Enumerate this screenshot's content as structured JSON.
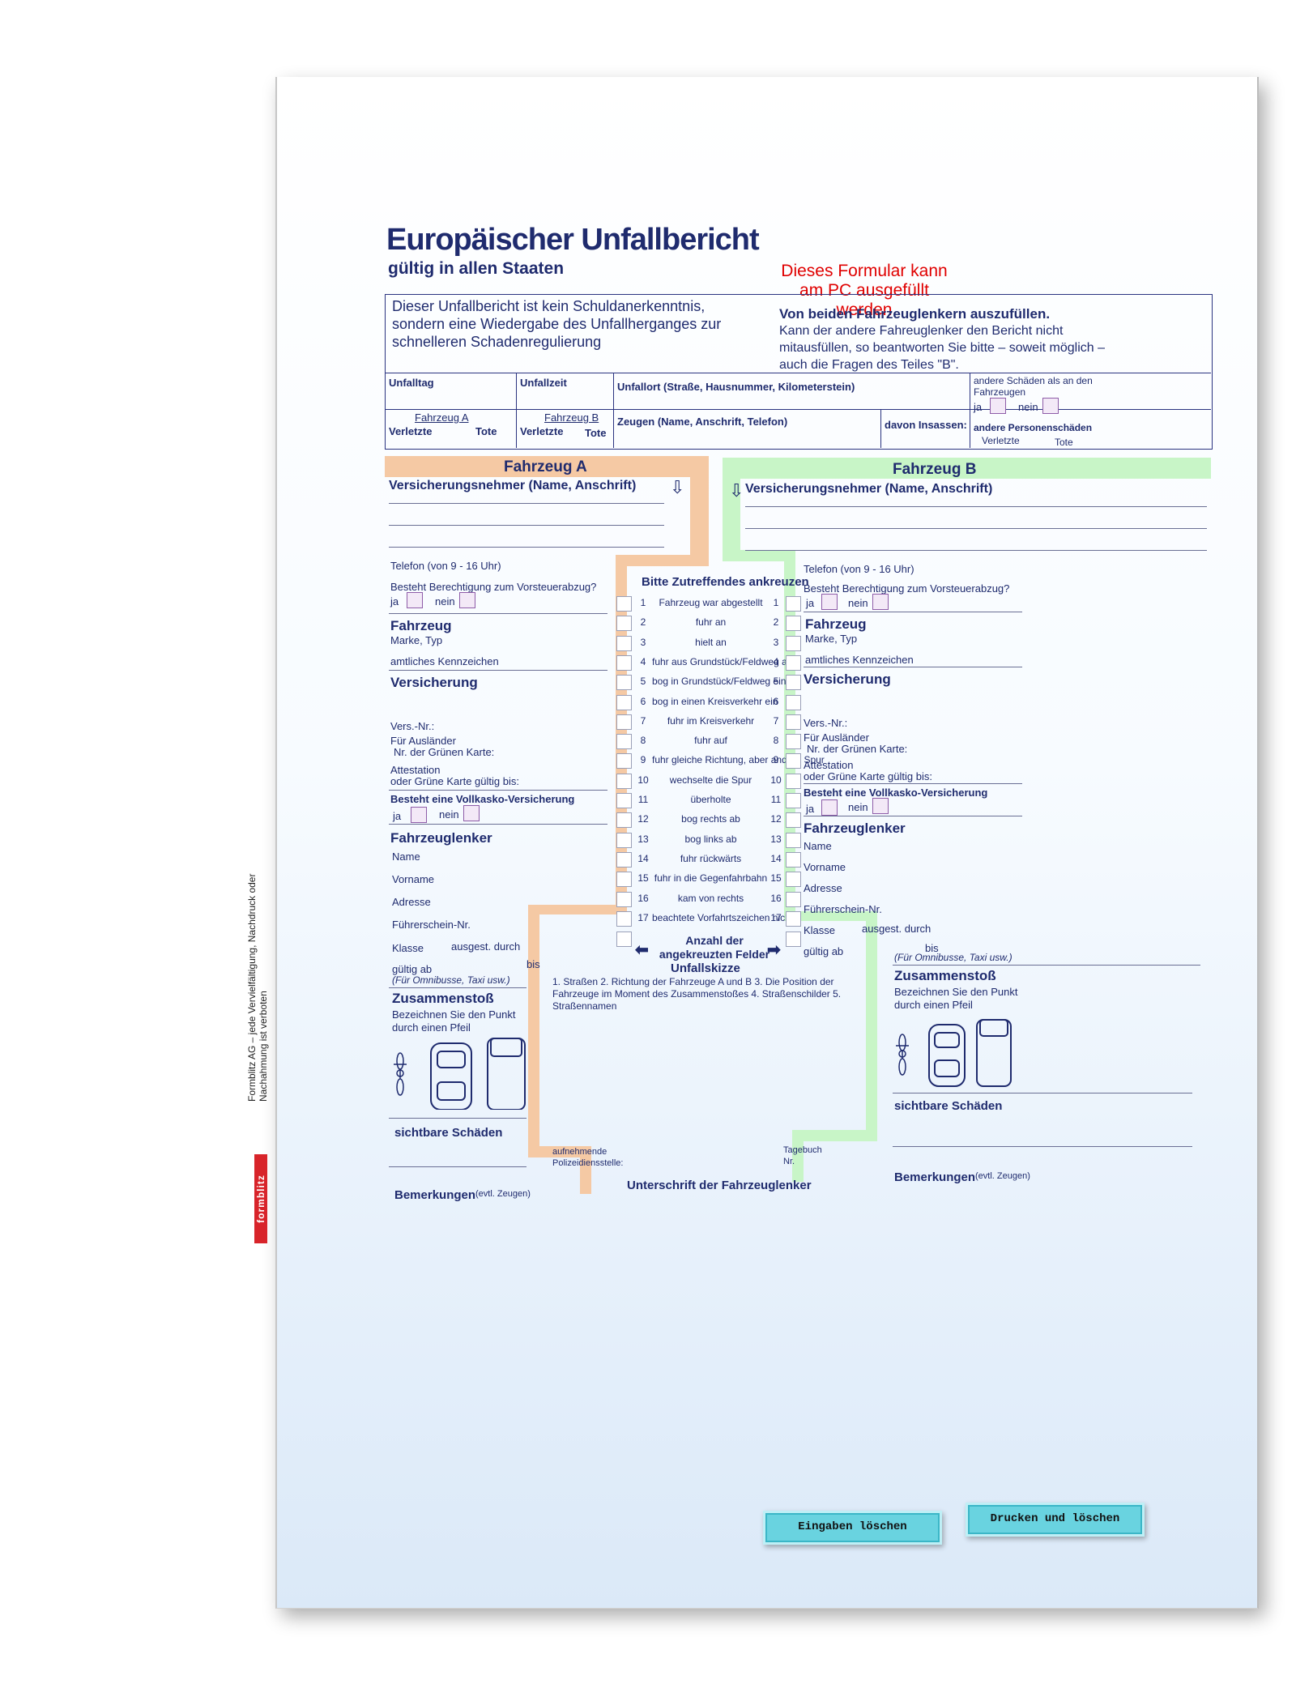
{
  "title": "Europäischer Unfallbericht",
  "subtitle": "gültig in allen Staaten",
  "pc_note": "Dieses Formular kann am PC ausgefüllt werden",
  "intro_left": "Dieser Unfallbericht ist kein Schuldanerkenntnis, sondern eine Wiedergabe des Unfallherganges zur schnelleren Schadenregulierung",
  "intro_right_title": "Von beiden Fahrzeuglenkern auszufüllen.",
  "intro_right_text": "Kann der andere Fahreuglenker den Bericht nicht mitausfüllen, so beantworten Sie bitte – soweit möglich – auch die Fragen des Teiles \"B\".",
  "top": {
    "unfalltag": "Unfalltag",
    "unfallzeit": "Unfallzeit",
    "unfallort": "Unfallort (Straße, Hausnummer, Kilometerstein)",
    "other_damage": "andere Schäden als an den Fahrzeugen",
    "ja": "ja",
    "nein": "nein",
    "fahrzeug_a": "Fahrzeug A",
    "fahrzeug_b": "Fahrzeug B",
    "verletzte": "Verletzte",
    "tote": "Tote",
    "zeugen": "Zeugen (Name, Anschrift, Telefon)",
    "insassen": "davon Insassen:",
    "personal_damage": "andere Personenschäden"
  },
  "vehicle_a": {
    "header": "Fahrzeug A",
    "policyholder": "Versicherungsnehmer (Name, Anschrift)",
    "telefon": "Telefon (von 9 - 16 Uhr)",
    "vorsteuer": "Besteht Berechtigung zum Vorsteuerabzug?",
    "fahrzeug": "Fahrzeug",
    "marke": "Marke, Typ",
    "kennzeichen": "amtliches Kennzeichen",
    "versicherung": "Versicherung",
    "versnr": "Vers.-Nr.:",
    "auslaender": "Für Ausländer",
    "gruene_karte": "Nr. der Grünen Karte:",
    "attestation": "Attestation",
    "gueltig_bis": "oder Grüne Karte gültig bis:",
    "vollkasko": "Besteht eine Vollkasko-Versicherung",
    "fahrzeuglenker": "Fahrzeuglenker",
    "name": "Name",
    "vorname": "Vorname",
    "adresse": "Adresse",
    "fuehrerschein": "Führerschein-Nr.",
    "klasse": "Klasse",
    "ausgest": "ausgest. durch",
    "gueltig_ab": "gültig ab",
    "bis": "bis",
    "omnibus": "(Für Omnibusse, Taxi usw.)",
    "zusammenstoss": "Zusammenstoß",
    "punkt": "Bezeichnen Sie den Punkt durch einen Pfeil",
    "schaeden": "sichtbare Schäden",
    "bemerkungen": "Bemerkungen",
    "zeugen_hint": "(evtl. Zeugen)"
  },
  "vehicle_b": {
    "header": "Fahrzeug B"
  },
  "circumstances": {
    "title": "Bitte Zutreffendes ankreuzen",
    "items": [
      {
        "n": "1",
        "text": "Fahrzeug war abgestellt"
      },
      {
        "n": "2",
        "text": "fuhr an"
      },
      {
        "n": "3",
        "text": "hielt an"
      },
      {
        "n": "4",
        "text": "fuhr aus Grundstück/Feldweg aus"
      },
      {
        "n": "5",
        "text": "bog in Grundstück/Feldweg ein"
      },
      {
        "n": "6",
        "text": "bog in einen Kreisverkehr ein"
      },
      {
        "n": "7",
        "text": "fuhr im Kreisverkehr"
      },
      {
        "n": "8",
        "text": "fuhr auf"
      },
      {
        "n": "9",
        "text": "fuhr gleiche Richtung, aber andere Spur"
      },
      {
        "n": "10",
        "text": "wechselte die Spur"
      },
      {
        "n": "11",
        "text": "überholte"
      },
      {
        "n": "12",
        "text": "bog rechts ab"
      },
      {
        "n": "13",
        "text": "bog links ab"
      },
      {
        "n": "14",
        "text": "fuhr rückwärts"
      },
      {
        "n": "15",
        "text": "fuhr in die Gegenfahrbahn"
      },
      {
        "n": "16",
        "text": "kam von rechts"
      },
      {
        "n": "17",
        "text": "beachtete Vorfahrtszeichen nicht"
      }
    ],
    "count_label": "Anzahl der angekreuzten Felder"
  },
  "sketch": {
    "title": "Unfallskizze",
    "text": "1. Straßen  2. Richtung der Fahrzeuge A und B 3. Die Position der Fahrzeuge im Moment des Zusammenstoßes  4. Straßenschilder  5. Straßennamen",
    "police": "aufnehmende Polizeidiensstelle:",
    "diary": "Tagebuch Nr.",
    "signature": "Unterschrift der Fahrzeuglenker"
  },
  "buttons": {
    "clear": "Eingaben löschen",
    "print": "Drucken und löschen"
  },
  "side_text": "Formblitz AG – jede Vervielfältigung, Nachdruck oder Nachahmung ist verboten",
  "logo_text": "formblitz"
}
